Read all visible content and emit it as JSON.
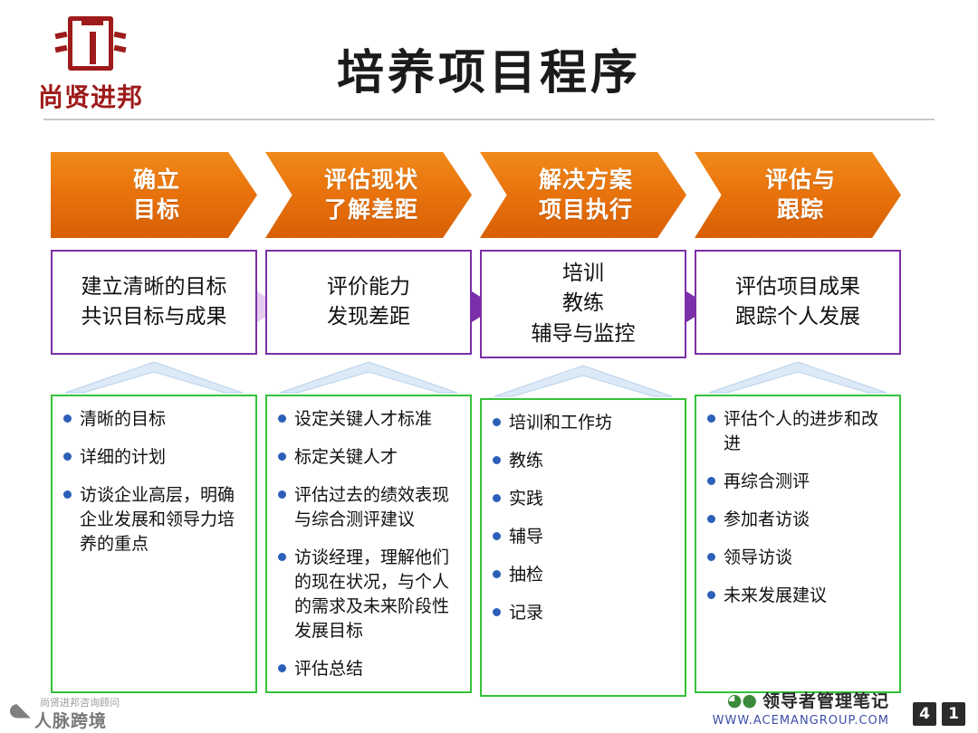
{
  "header": {
    "title": "培养项目程序",
    "logo_text": "尚贤进邦",
    "logo_mark_name": "shang-seal-logo"
  },
  "columns": [
    {
      "stage": "确立\n目标",
      "stage_lines": [
        "确立",
        "目标"
      ],
      "box": [
        "建立清晰的目标",
        "共识目标与成果"
      ],
      "bullets": [
        "清晰的目标",
        "详细的计划",
        "访谈企业高层，明确企业发展和领导力培养的重点"
      ]
    },
    {
      "stage_lines": [
        "评估现状",
        "了解差距"
      ],
      "box": [
        "评价能力",
        "发现差距"
      ],
      "bullets": [
        "设定关键人才标准",
        "标定关键人才",
        "评估过去的绩效表现与综合测评建议",
        "访谈经理，理解他们的现在状况，与个人的需求及未来阶段性发展目标",
        "评估总结"
      ]
    },
    {
      "stage_lines": [
        "解决方案",
        "项目执行"
      ],
      "box": [
        "培训",
        "教练",
        "辅导与监控"
      ],
      "bullets": [
        "培训和工作坊",
        "教练",
        "实践",
        "辅导",
        "抽检",
        "记录"
      ]
    },
    {
      "stage_lines": [
        "评估与",
        "跟踪"
      ],
      "box": [
        "评估项目成果",
        "跟踪个人发展"
      ],
      "bullets": [
        "评估个人的进步和改进",
        "再综合测评",
        "参加者访谈",
        "领导访谈",
        "未来发展建议"
      ]
    }
  ],
  "footer": {
    "watermark_left_small": "尚贤进邦咨询顾问",
    "watermark_left_big": "人脉跨境",
    "wechat_name": "领导者管理笔记",
    "site_url": "WWW.ACEMANGROUP.COM",
    "page_badges": [
      "4",
      "1"
    ]
  },
  "colors": {
    "orange": "#e9740d",
    "purple": "#7b2fa8",
    "green": "#35c23a",
    "bullet_blue": "#2c5fb8",
    "logo_red": "#9e1b1b"
  }
}
